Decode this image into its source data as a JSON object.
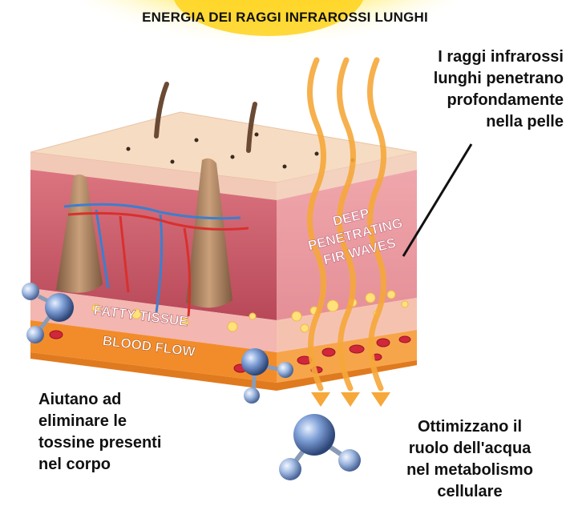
{
  "title": "ENERGIA DEI RAGGI INFRAROSSI LUNGHI",
  "annotations": {
    "top_right_lines": [
      "I raggi infrarossi",
      "lunghi penetrano",
      "profondamente",
      "nella pelle"
    ],
    "bottom_left_lines": [
      "Aiutano ad",
      "eliminare le",
      "tossine presenti",
      "nel corpo"
    ],
    "bottom_right_lines": [
      "Ottimizzano il",
      "ruolo dell'acqua",
      "nel metabolismo",
      "cellulare"
    ]
  },
  "diagram_labels": {
    "waves_lines": [
      "DEEP",
      "PENETRATING",
      "FIR WAVES"
    ],
    "fatty_tissue": "FATTY TISSUE",
    "blood_flow": "BLOOD FLOW"
  },
  "colors": {
    "sun": "#ffd21a",
    "sun_glow": "#fff3a0",
    "skin_top": "#f6dcc2",
    "dermis": "#c95a6a",
    "fat_layer": "#f3b6b0",
    "blood_layer": "#f28c2a",
    "wave": "#f6a83a",
    "molecule": "#6f8fc6",
    "leader_line": "#111111"
  }
}
